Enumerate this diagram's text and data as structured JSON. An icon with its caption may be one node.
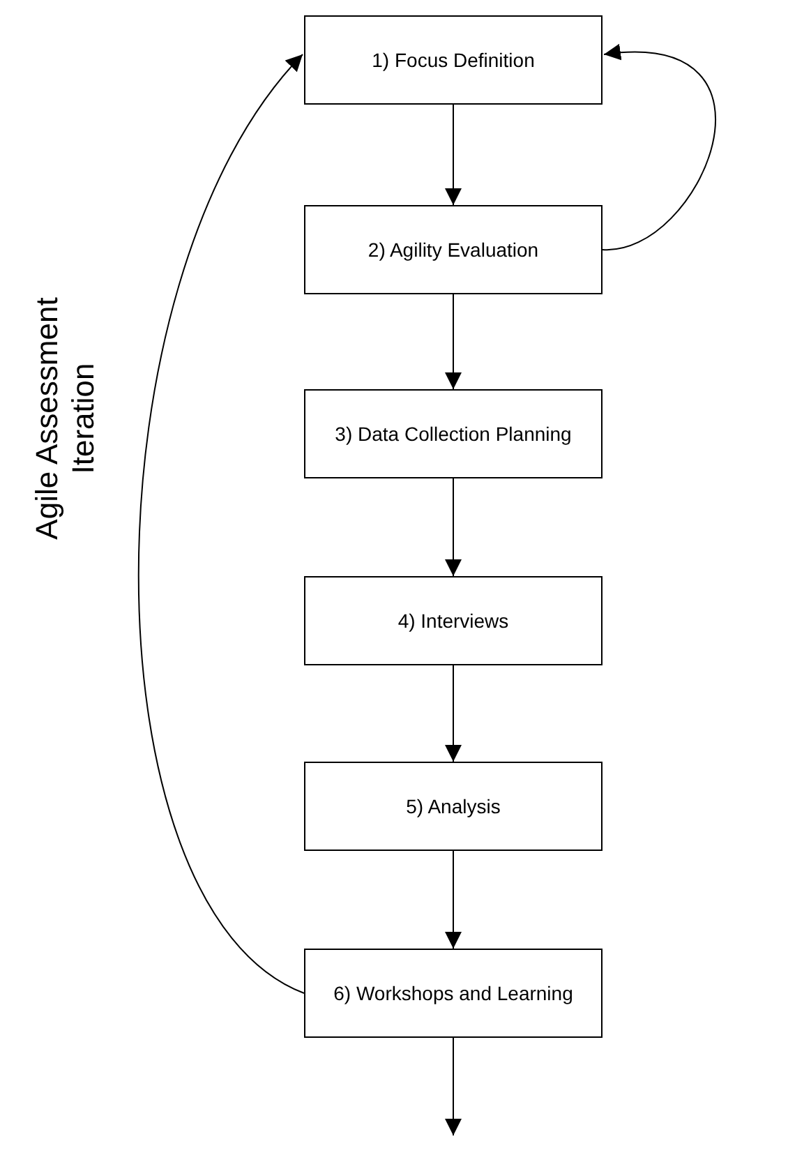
{
  "diagram": {
    "nodes": [
      {
        "text": [
          "1) Focus Definition"
        ]
      },
      {
        "text": [
          "2) Agility Evaluation"
        ]
      },
      {
        "text": [
          "3) Data Collection Planning"
        ]
      },
      {
        "text": [
          "4) Interviews"
        ]
      },
      {
        "text": [
          "5) Analysis"
        ]
      },
      {
        "text": [
          "6) Workshops and Learning"
        ]
      }
    ],
    "edges": [
      {
        "from": 0,
        "to": 1,
        "arrow": "to"
      },
      {
        "from": 1,
        "to": 2,
        "arrow": "to"
      },
      {
        "from": 2,
        "to": 3,
        "arrow": "to"
      },
      {
        "from": 3,
        "to": 4,
        "arrow": "to"
      },
      {
        "from": 4,
        "to": 5,
        "arrow": "to"
      },
      {
        "from": 5,
        "to": null,
        "arrow": "to"
      },
      {
        "from": 1,
        "to": 0,
        "arrow": "to"
      },
      {
        "from": 5,
        "to": 0,
        "arrow": "to"
      }
    ],
    "labels": [
      "Agile Assessment Iteration"
    ]
  }
}
